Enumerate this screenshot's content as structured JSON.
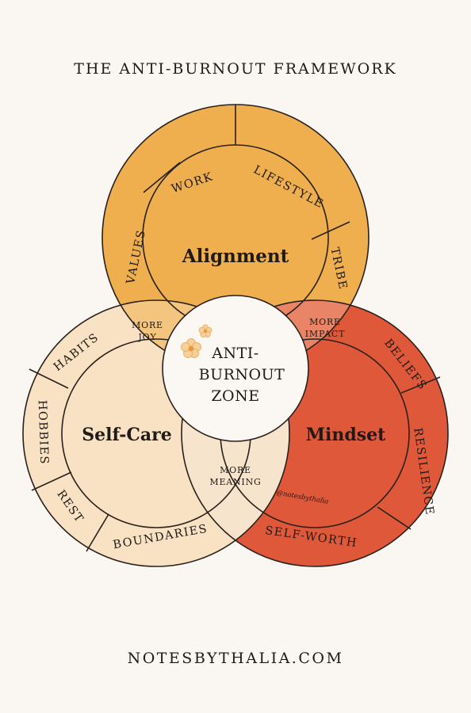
{
  "title": "THE ANTI-BURNOUT FRAMEWORK",
  "footer": "NOTESBYTHALIA.COM",
  "circles": {
    "alignment": {
      "label": "Alignment",
      "color": "#efaf4f",
      "segments": [
        "VALUES",
        "WORK",
        "LIFESTYLE",
        "TRIBE"
      ]
    },
    "self_care": {
      "label": "Self-Care",
      "color": "#f9e1c3",
      "segments": [
        "HABITS",
        "HOBBIES",
        "REST",
        "BOUNDARIES"
      ]
    },
    "mindset": {
      "label": "Mindset",
      "color": "#e0583a",
      "segments": [
        "BELIEFS",
        "RESILIENCE",
        "SELF-WORTH"
      ]
    }
  },
  "intersections": {
    "joy": [
      "MORE",
      "JOY"
    ],
    "impact": [
      "MORE",
      "IMPACT"
    ],
    "meaning": [
      "MORE",
      "MEANING"
    ],
    "joy_color": "#f4c57f",
    "impact_color": "#e98467",
    "meaning_color": "#f7e4cd"
  },
  "center_zone": [
    "ANTI-",
    "BURNOUT",
    "ZONE"
  ],
  "center_color": "#fbf7f2",
  "handle": "@notesbythalia"
}
